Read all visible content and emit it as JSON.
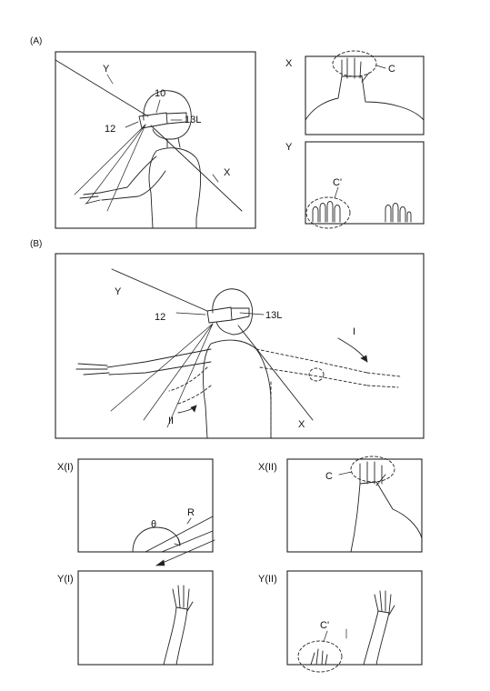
{
  "figure": {
    "part_a": {
      "heading": "(A)",
      "person": {
        "ray_y": "Y",
        "hmd": "10",
        "camera": "12",
        "sensor": "13L",
        "ray_x": "X"
      },
      "view_x": {
        "label": "X",
        "region": "C"
      },
      "view_y": {
        "label": "Y",
        "region": "C'"
      }
    },
    "part_b": {
      "heading": "(B)",
      "person": {
        "ray_y": "Y",
        "camera": "12",
        "sensor": "13L",
        "pose_1": "I",
        "pose_2": "II",
        "ray_x": "X"
      },
      "view_x1": {
        "label": "X(I)",
        "radius": "R",
        "angle": "θ"
      },
      "view_x2": {
        "label": "X(II)",
        "region": "C"
      },
      "view_y1": {
        "label": "Y(I)"
      },
      "view_y2": {
        "label": "Y(II)",
        "region": "C'"
      }
    }
  }
}
